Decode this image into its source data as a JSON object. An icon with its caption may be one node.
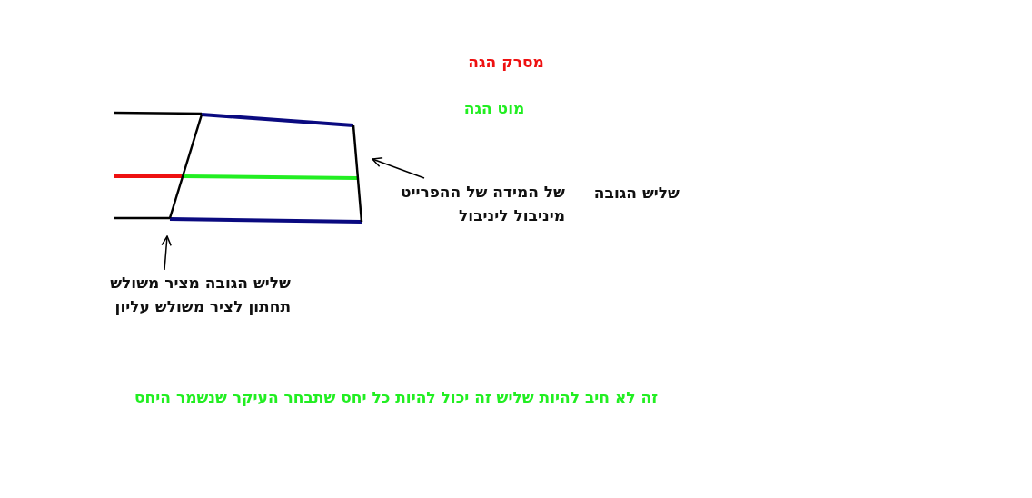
{
  "diagram": {
    "nodes": [
      {
        "text": [
          "של המידה של ההפרייט מיניבול ליניבול"
        ],
        "beside": [
          "שליש הגובה"
        ]
      },
      {
        "text": [
          "שליש הגובה מציר משולש תחתון לציר משולש עליון"
        ]
      }
    ],
    "edges": [
      {
        "from": 0,
        "to": null,
        "arrow": "to"
      },
      {
        "from": 1,
        "to": null,
        "arrow": "to"
      }
    ],
    "labels": [
      "מסרק הגה",
      "מוט הגה",
      "זה לא חיב להיות שליש זה יכול להיות כל יחס שתבחר העיקר שנשמר היחס"
    ]
  }
}
